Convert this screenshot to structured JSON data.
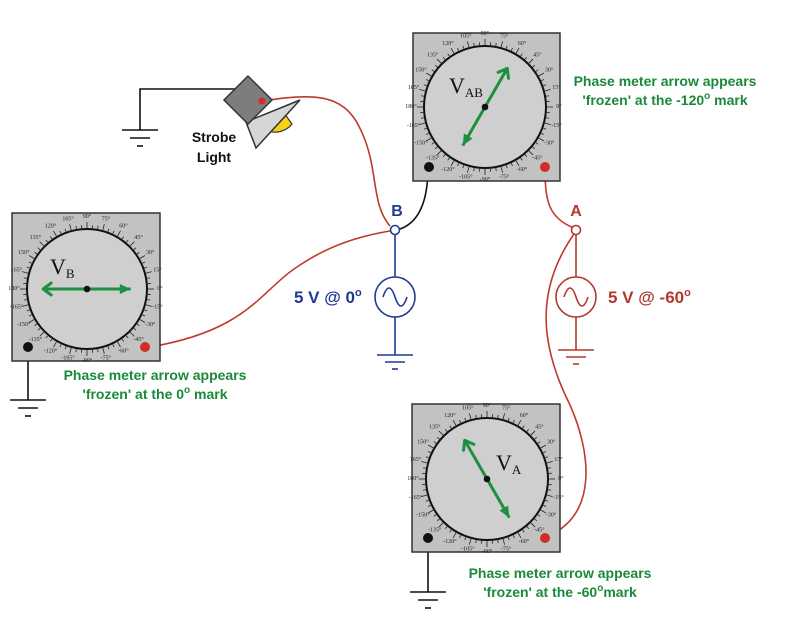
{
  "colors": {
    "wire_black": "#111111",
    "wire_red": "#c0392b",
    "source_blue": "#1f3a93",
    "source_red": "#b03a2e",
    "arrow_green": "#1e8f3e",
    "note_green": "#1a8a3a",
    "meter_face": "#cfcfcf",
    "meter_box": "#c2c2c2"
  },
  "strobe": {
    "label_line1": "Strobe",
    "label_line2": "Light"
  },
  "nodes": {
    "a": "A",
    "b": "B"
  },
  "sources": {
    "b": {
      "label": "5 V @ 0",
      "sup": "o"
    },
    "a": {
      "label": "5 V @ -60",
      "sup": "o"
    }
  },
  "meters": {
    "vab": {
      "name": "V",
      "sub": "AB",
      "reading_deg": -120,
      "note_line1": "Phase meter arrow appears",
      "note_line2a": "'frozen' at the -120",
      "note_line2_sup": "o",
      "note_line2b": " mark"
    },
    "vb": {
      "name": "V",
      "sub": "B",
      "reading_deg": 0,
      "note_line1": "Phase meter arrow appears",
      "note_line2a": "'frozen' at the 0",
      "note_line2_sup": "o",
      "note_line2b": " mark"
    },
    "va": {
      "name": "V",
      "sub": "A",
      "reading_deg": -60,
      "note_line1": "Phase meter arrow appears",
      "note_line2a": "'frozen' at the -60",
      "note_line2_sup": "o",
      "note_line2b": "mark"
    }
  },
  "scale_ticks": [
    "180°",
    "165°",
    "150°",
    "135°",
    "120°",
    "105°",
    "90°",
    "75°",
    "60°",
    "45°",
    "30°",
    "15°",
    "0°",
    "-15°",
    "-30°",
    "-45°",
    "-60°",
    "-75°",
    "-90°",
    "-105°",
    "-120°",
    "-135°",
    "-150°",
    "-165°"
  ]
}
